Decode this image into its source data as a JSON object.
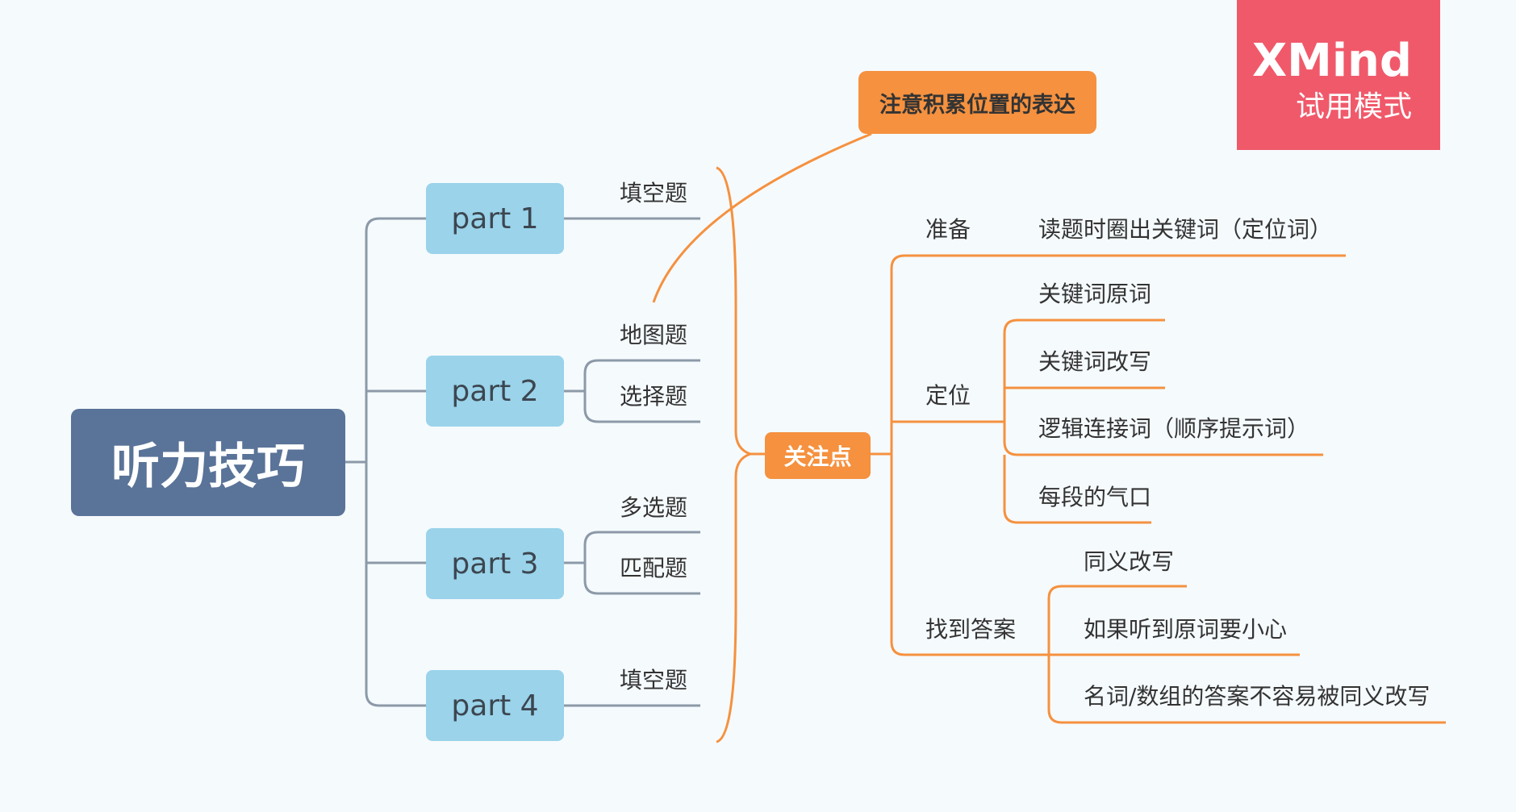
{
  "watermark": {
    "brand": "XMind",
    "mode": "试用模式"
  },
  "root": {
    "label": "听力技巧"
  },
  "parts": [
    {
      "label": "part 1",
      "topics": [
        "填空题"
      ]
    },
    {
      "label": "part 2",
      "topics": [
        "地图题",
        "选择题"
      ]
    },
    {
      "label": "part 3",
      "topics": [
        "多选题",
        "匹配题"
      ]
    },
    {
      "label": "part 4",
      "topics": [
        "填空题"
      ]
    }
  ],
  "focus": {
    "label": "关注点"
  },
  "note": {
    "label": "注意积累位置的表达"
  },
  "branches": [
    {
      "label": "准备",
      "items": [
        "读题时圈出关键词（定位词）"
      ]
    },
    {
      "label": "定位",
      "items": [
        "关键词原词",
        "关键词改写",
        "逻辑连接词（顺序提示词）",
        "每段的气口"
      ]
    },
    {
      "label": "找到答案",
      "items": [
        "同义改写",
        "如果听到原词要小心",
        "名词/数组的答案不容易被同义改写"
      ]
    }
  ],
  "colors": {
    "root": "#5a7398",
    "part": "#9ad3ea",
    "gray_line": "#8c99a8",
    "orange": "#f5913f",
    "watermark": "#f0596a"
  }
}
